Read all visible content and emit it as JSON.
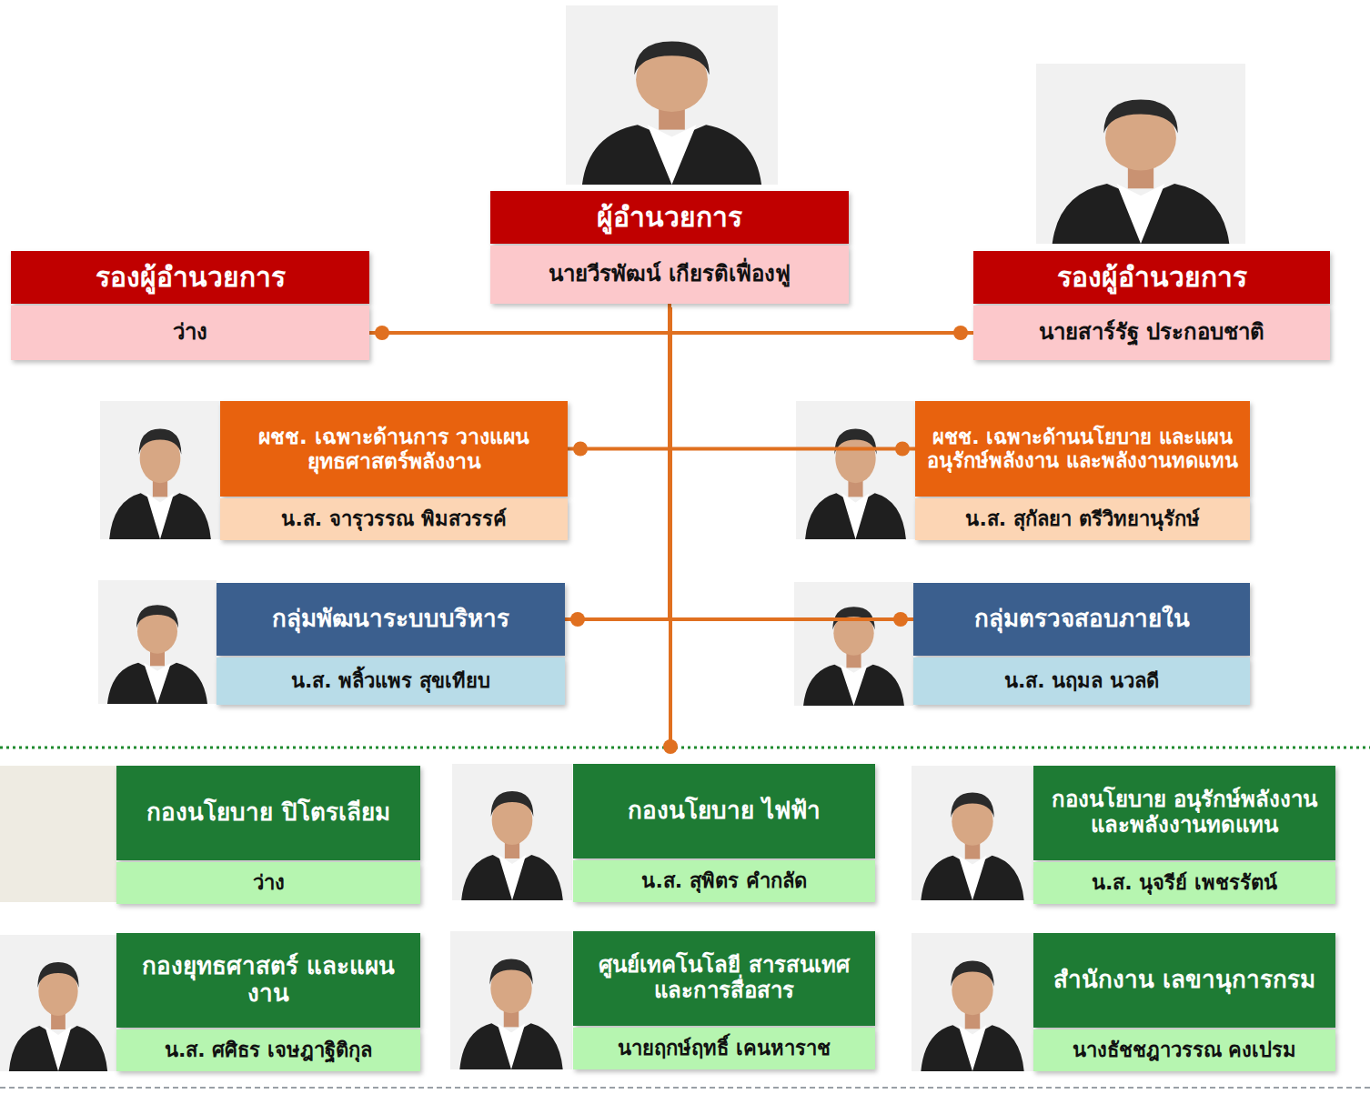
{
  "diagram": {
    "nodes": [
      {
        "text": [
          "ผู้อำนวยการ",
          "นายวีรพัฒน์ เกียรติเฟื่องฟู"
        ]
      },
      {
        "text": [
          "รองผู้อำนวยการ",
          "ว่าง"
        ]
      },
      {
        "text": [
          "รองผู้อำนวยการ",
          "นายสาร์รัฐ ประกอบชาติ"
        ]
      },
      {
        "text": [
          "ผชช. เฉพาะด้านการ วางแผนยุทธศาสตร์พลังงาน",
          "น.ส. จารุวรรณ พิมสวรรค์"
        ]
      },
      {
        "text": [
          "ผชช. เฉพาะด้านนโยบาย และแผนอนุรักษ์พลังงาน และพลังงานทดแทน",
          "น.ส. สุกัลยา ตรีวิทยานุรักษ์"
        ]
      },
      {
        "text": [
          "กลุ่มพัฒนาระบบบริหาร",
          "น.ส. พลิ้วแพร สุขเทียบ"
        ]
      },
      {
        "text": [
          "กลุ่มตรวจสอบภายใน",
          "น.ส. นฤมล นวลดี"
        ]
      },
      {
        "text": [
          "กองนโยบาย ปิโตรเลียม",
          "ว่าง"
        ]
      },
      {
        "text": [
          "กองนโยบาย ไฟฟ้า",
          "น.ส. สุพิตร คำกลัด"
        ]
      },
      {
        "text": [
          "กองนโยบาย อนุรักษ์พลังงาน และพลังงานทดแทน",
          "น.ส. นุจรีย์ เพชรรัตน์"
        ]
      },
      {
        "text": [
          "กองยุทธศาสตร์ และแผนงาน",
          "น.ส. ศศิธร เจษฎาฐิติกุล"
        ]
      },
      {
        "text": [
          "ศูนย์เทคโนโลยี สารสนเทศ และการสื่อสาร",
          "นายฤกษ์ฤทธิ์ เคนหาราช"
        ]
      },
      {
        "text": [
          "สำนักงาน เลขานุการกรม",
          "นางธัชชฎาวรรณ คงเปรม"
        ]
      }
    ],
    "edges": [
      {
        "from": 0,
        "to": 1,
        "arrow": "none"
      },
      {
        "from": 0,
        "to": 2,
        "arrow": "none"
      },
      {
        "from": 0,
        "to": 3,
        "arrow": "none"
      },
      {
        "from": 0,
        "to": 4,
        "arrow": "none"
      },
      {
        "from": 0,
        "to": 5,
        "arrow": "none"
      },
      {
        "from": 0,
        "to": 6,
        "arrow": "none"
      }
    ]
  }
}
